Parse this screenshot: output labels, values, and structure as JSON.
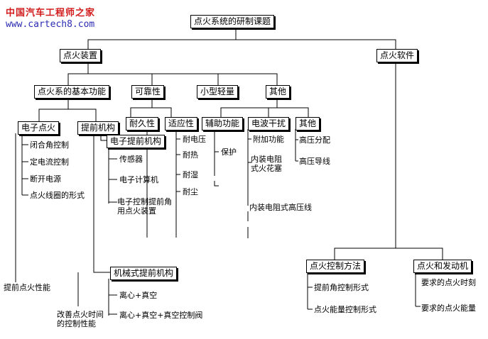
{
  "watermark": {
    "site_cn": "中国汽车工程师之家",
    "site_url": "www.cartech8.com"
  },
  "nodes": {
    "root": "点火系统的研制课题",
    "ignition_device": "点火装置",
    "ignition_software": "点火软件",
    "basic_function": "点火系的基本功能",
    "reliability": "可靠性",
    "compact": "小型轻量",
    "others1": "其他",
    "electronic_ignition": "电子点火",
    "advance_mechanism": "提前机构",
    "durability": "耐久性",
    "adaptability": "适应性",
    "auxiliary_function": "辅助功能",
    "emi": "电波干扰",
    "others2": "其他",
    "electronic_advance": "电子提前机构",
    "mechanical_advance": "机械式提前机构",
    "ignition_control": "点火控制方法",
    "ignition_engine": "点火和发动机"
  },
  "labels": {
    "dwell": "闭合角控制",
    "const_current": "定电流控制",
    "cutoff": "断开电源",
    "coil_form": "点火线圈的形式",
    "advance_perf": "提前点火性能",
    "sensor": "传感器",
    "computer": "电子计算机",
    "ecu_advance_1": "电子控制提前角",
    "ecu_advance_2": "用点火装置",
    "improve_1": "改善点火时间",
    "improve_2": "的控制性能",
    "centrifugal": "离心+真空",
    "centrifugal_vac": "离心+真空+真空控制阀",
    "voltage": "耐电压",
    "heat": "耐热",
    "humidity": "耐湿",
    "dust": "耐尘",
    "protect": "保护",
    "add_func": "附加功能",
    "resistor_plug_1": "内装电阻",
    "resistor_plug_2": "式火花塞",
    "resistor_wire": "内装电阻式高压线",
    "hv_dist": "高压分配",
    "hv_wire": "高压导线",
    "adv_control": "提前角控制形式",
    "energy_control": "点火能量控制形式",
    "req_timing": "要求的点火时刻",
    "req_energy": "要求的点火能量"
  }
}
